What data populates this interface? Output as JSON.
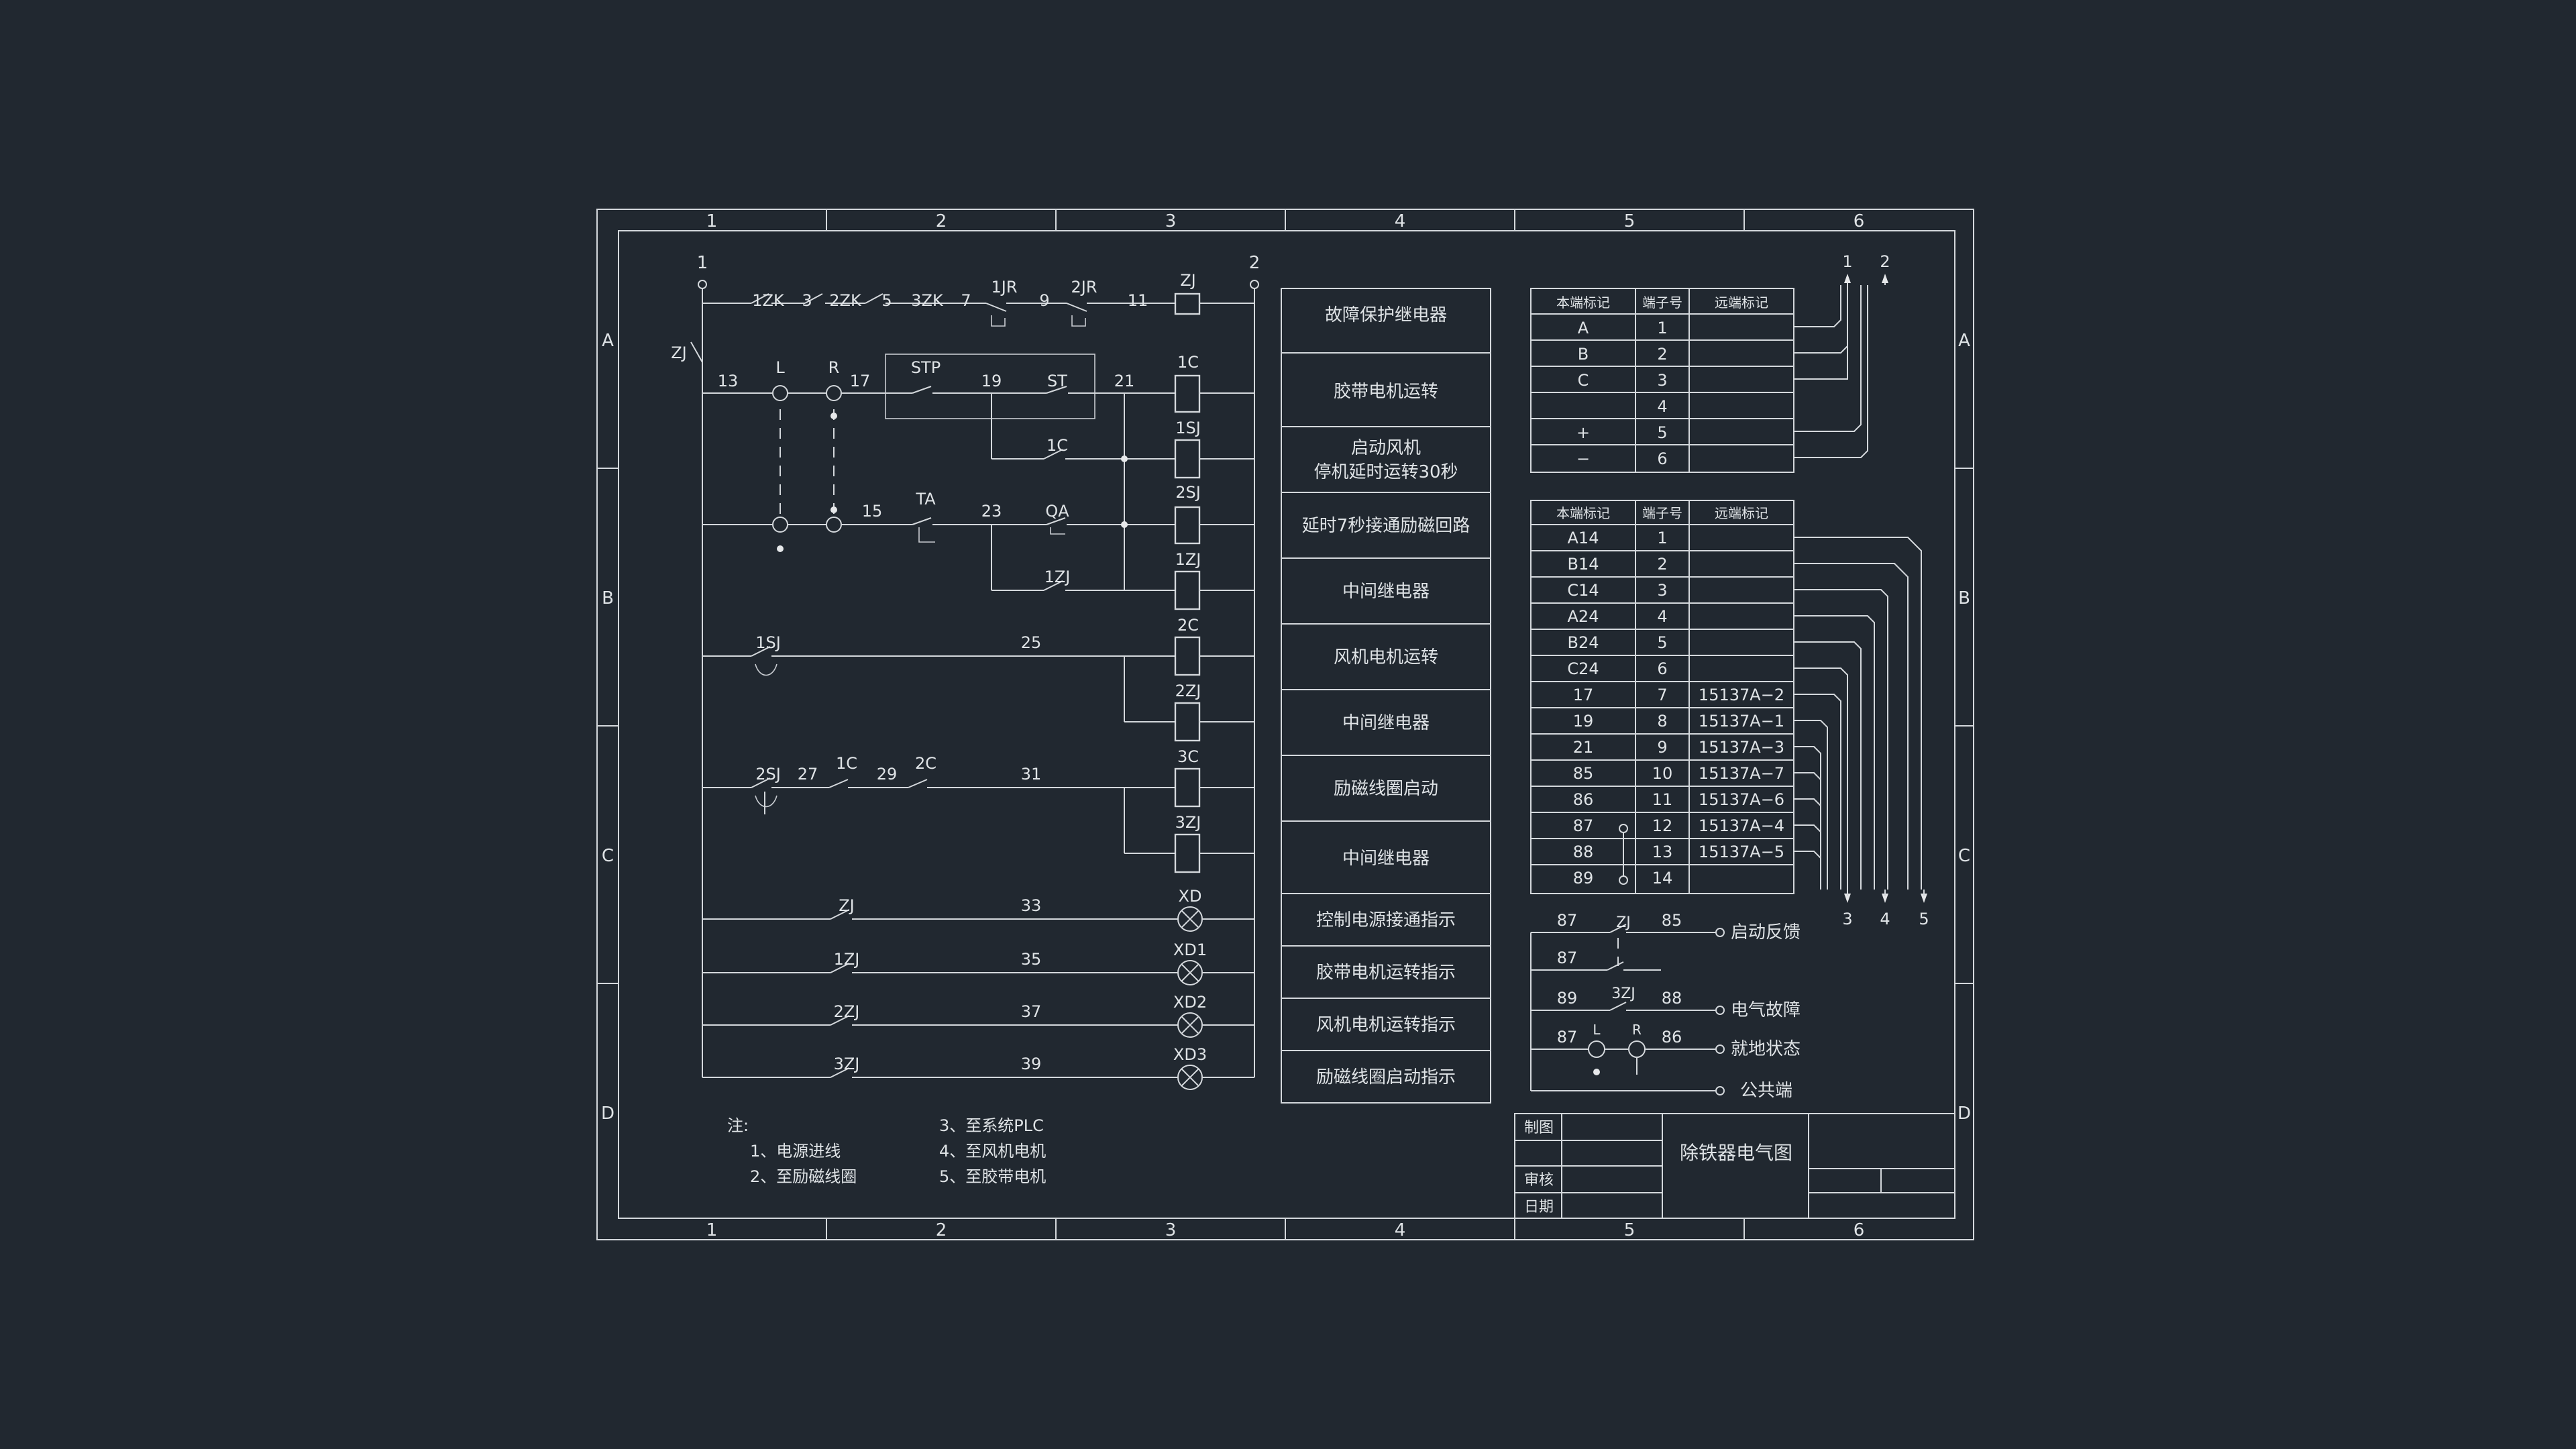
{
  "colors": {
    "background": "#212830",
    "line": "#d4d8dc",
    "text": "#dfe3e6"
  },
  "border": {
    "columns": [
      "1",
      "2",
      "3",
      "4",
      "5",
      "6"
    ],
    "rows": [
      "A",
      "B",
      "C",
      "D"
    ]
  },
  "circuit": {
    "buses": {
      "left": "1",
      "right": "2"
    },
    "nodes": [
      "3",
      "5",
      "7",
      "9",
      "11",
      "13",
      "15",
      "17",
      "19",
      "21",
      "23",
      "25",
      "27",
      "29",
      "31",
      "33",
      "35",
      "37",
      "39"
    ],
    "contacts": [
      "1ZK",
      "2ZK",
      "3ZK",
      "1JR",
      "2JR",
      "ZJ",
      "STP",
      "ST",
      "1C",
      "TA",
      "QA",
      "1ZJ",
      "1SJ",
      "2SJ",
      "1C",
      "2C",
      "ZJ",
      "1ZJ",
      "2ZJ",
      "3ZJ"
    ],
    "lamps": [
      "L",
      "R"
    ],
    "coils": [
      "ZJ",
      "1C",
      "1SJ",
      "2SJ",
      "1ZJ",
      "2C",
      "2ZJ",
      "3C",
      "3ZJ"
    ],
    "indicators": [
      "XD",
      "XD1",
      "XD2",
      "XD3"
    ]
  },
  "descriptions": [
    [
      "故障保护继电器"
    ],
    [
      "胶带电机运转"
    ],
    [
      "启动风机",
      "停机延时运转30秒"
    ],
    [
      "延时7秒接通励磁回路"
    ],
    [
      "中间继电器"
    ],
    [
      "风机电机运转"
    ],
    [
      "中间继电器"
    ],
    [
      "励磁线圈启动"
    ],
    [
      "中间继电器"
    ],
    [
      "控制电源接通指示"
    ],
    [
      "胶带电机运转指示"
    ],
    [
      "风机电机运转指示"
    ],
    [
      "励磁线圈启动指示"
    ]
  ],
  "terminal_table_1": {
    "headers": [
      "本端标记",
      "端子号",
      "远端标记"
    ],
    "rows": [
      [
        "A",
        "1",
        ""
      ],
      [
        "B",
        "2",
        ""
      ],
      [
        "C",
        "3",
        ""
      ],
      [
        "",
        "4",
        ""
      ],
      [
        "+",
        "5",
        ""
      ],
      [
        "−",
        "6",
        ""
      ]
    ]
  },
  "terminal_table_2": {
    "headers": [
      "本端标记",
      "端子号",
      "远端标记"
    ],
    "rows": [
      [
        "A14",
        "1",
        ""
      ],
      [
        "B14",
        "2",
        ""
      ],
      [
        "C14",
        "3",
        ""
      ],
      [
        "A24",
        "4",
        ""
      ],
      [
        "B24",
        "5",
        ""
      ],
      [
        "C24",
        "6",
        ""
      ],
      [
        "17",
        "7",
        "15137A−2"
      ],
      [
        "19",
        "8",
        "15137A−1"
      ],
      [
        "21",
        "9",
        "15137A−3"
      ],
      [
        "85",
        "10",
        "15137A−7"
      ],
      [
        "86",
        "11",
        "15137A−6"
      ],
      [
        "87",
        "12",
        "15137A−4"
      ],
      [
        "88",
        "13",
        "15137A−5"
      ],
      [
        "89",
        "14",
        ""
      ]
    ]
  },
  "arrows": {
    "top": [
      "1",
      "2"
    ],
    "bottom": [
      "3",
      "4",
      "5"
    ]
  },
  "signals": {
    "start_feedback": {
      "left": "87",
      "contact": "ZJ",
      "right": "85",
      "label": "启动反馈"
    },
    "electric_fault": {
      "left": "87",
      "contact": "3ZJ",
      "right": "88",
      "label": "电气故障"
    },
    "local_state": {
      "left": "89",
      "contact_l": "L",
      "contact_r": "R",
      "right": "86",
      "label": "就地状态"
    },
    "extra": {
      "left": "87",
      "label": "公共端"
    }
  },
  "notes": {
    "title": "注:",
    "items": [
      "1、电源进线",
      "2、至励磁线圈",
      "3、至系统PLC",
      "4、至风机电机",
      "5、至胶带电机"
    ]
  },
  "title_block": {
    "drawn_label": "制图",
    "check_label": "审核",
    "date_label": "日期",
    "title": "除铁器电气图"
  }
}
